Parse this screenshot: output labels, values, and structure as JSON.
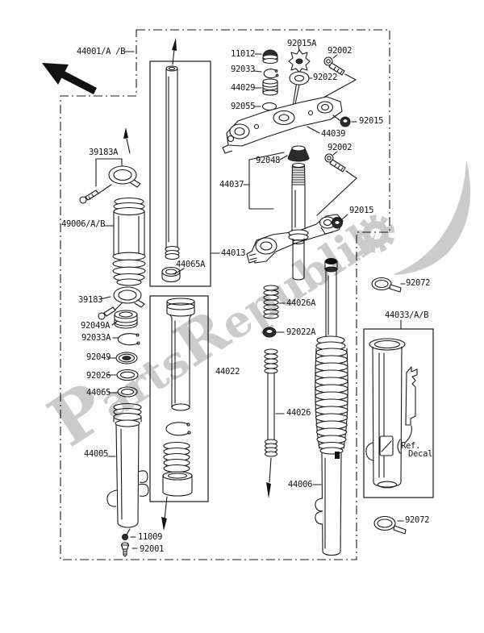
{
  "watermark": {
    "t1": "P",
    "t2": "arts",
    "t3": "R",
    "t4": "epublik",
    "full_text": "PartsRepublik",
    "color": "#9b9b9b",
    "gear_icon": "gear-icon"
  },
  "labels": {
    "l_44001": "44001/A /B",
    "l_92015a": "92015A",
    "l_11012": "11012",
    "l_92002_1": "92002",
    "l_92033": "92033",
    "l_92022": "92022",
    "l_44029": "44029",
    "l_92055": "92055",
    "l_92015_1": "92015",
    "l_44039": "44039",
    "l_92002_2": "92002",
    "l_92048": "92048",
    "l_44037": "44037",
    "l_39183a": "39183A",
    "l_49006": "49006/A/B",
    "l_92015_2": "92015",
    "l_44013": "44013",
    "l_44065a": "44065A",
    "l_39183": "39183",
    "l_92049a": "92049A",
    "l_92033a": "92033A",
    "l_44026a": "44026A",
    "l_92022a": "92022A",
    "l_92049": "92049",
    "l_92026": "92026",
    "l_44065": "44065",
    "l_44022": "44022",
    "l_44026": "44026",
    "l_92072_1": "92072",
    "l_44033": "44033/A/B",
    "l_ref1": "Ref.",
    "l_ref2": "Decal",
    "l_44005": "44005",
    "l_44006": "44006",
    "l_92072_2": "92072",
    "l_11009": "11009",
    "l_92001": "92001"
  }
}
